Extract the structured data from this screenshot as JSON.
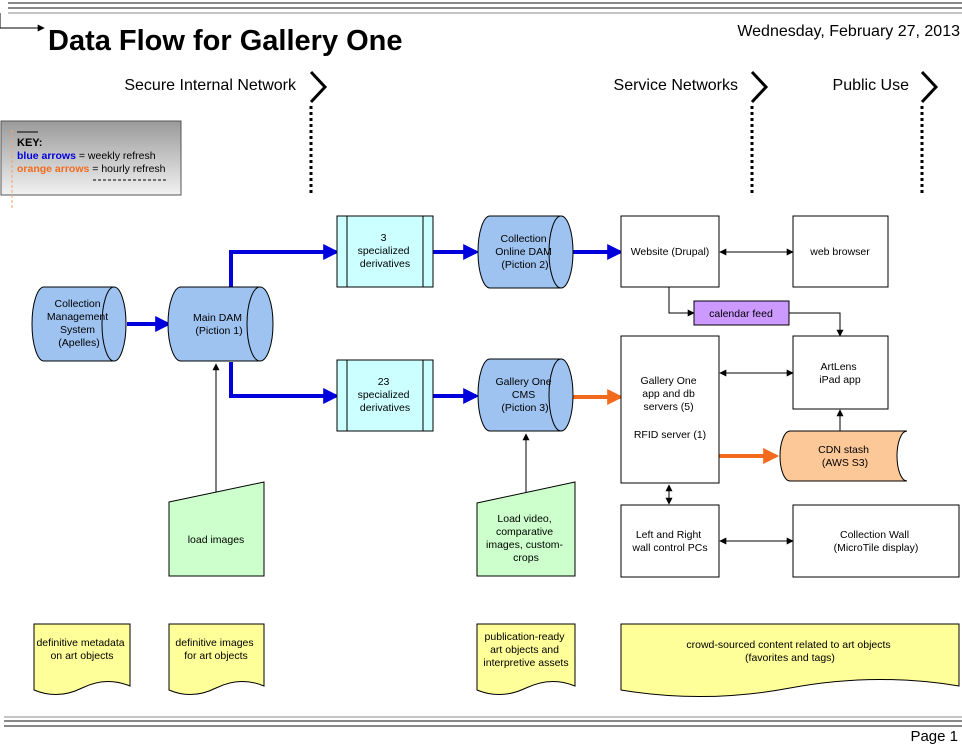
{
  "header": {
    "title": "Data Flow for Gallery One",
    "date": "Wednesday, February 27, 2013"
  },
  "zones": {
    "secure": "Secure Internal Network",
    "service": "Service Networks",
    "public": "Public Use"
  },
  "key": {
    "heading": "KEY:",
    "blue_term": "blue arrows",
    "blue_desc": " = weekly refresh",
    "orange_term": "orange arrows",
    "orange_desc": " = hourly refresh",
    "colors": {
      "blue": "#0000dd",
      "orange": "#f26b1d"
    }
  },
  "nodes": {
    "cms_sys": [
      "Collection",
      "Management",
      "System",
      "(Apelles)"
    ],
    "main_dam": [
      "Main DAM",
      "(Piction 1)"
    ],
    "deriv3": [
      "3",
      "specialized",
      "derivatives"
    ],
    "deriv23": [
      "23",
      "specialized",
      "derivatives"
    ],
    "online_dam": [
      "Collection",
      "Online DAM",
      "(Piction 2)"
    ],
    "go_cms": [
      "Gallery One",
      "CMS",
      "(Piction 3)"
    ],
    "website": [
      "Website (Drupal)"
    ],
    "browser": [
      "web browser"
    ],
    "calendar": [
      "calendar feed"
    ],
    "go_servers": [
      "Gallery One",
      "app and db",
      "servers (5)"
    ],
    "rfid": [
      "RFID server (1)"
    ],
    "artlens": [
      "ArtLens",
      "iPad app"
    ],
    "cdn": [
      "CDN stash",
      "(AWS S3)"
    ],
    "wall_pcs": [
      "Left and Right",
      "wall control PCs"
    ],
    "collection_wall": [
      "Collection Wall",
      "(MicroTile display)"
    ],
    "load_images": [
      "load images"
    ],
    "load_video": [
      "Load video,",
      "comparative",
      "images, custom-",
      "crops"
    ]
  },
  "docs": {
    "metadata": [
      "definitive metadata",
      "on art objects"
    ],
    "images": [
      "definitive images",
      "for art objects"
    ],
    "publication": [
      "publication-ready",
      "art objects and",
      "interpretive assets"
    ],
    "crowd": [
      "crowd-sourced content related to art objects",
      "(favorites and tags)"
    ]
  },
  "footer": {
    "page": "Page 1"
  }
}
